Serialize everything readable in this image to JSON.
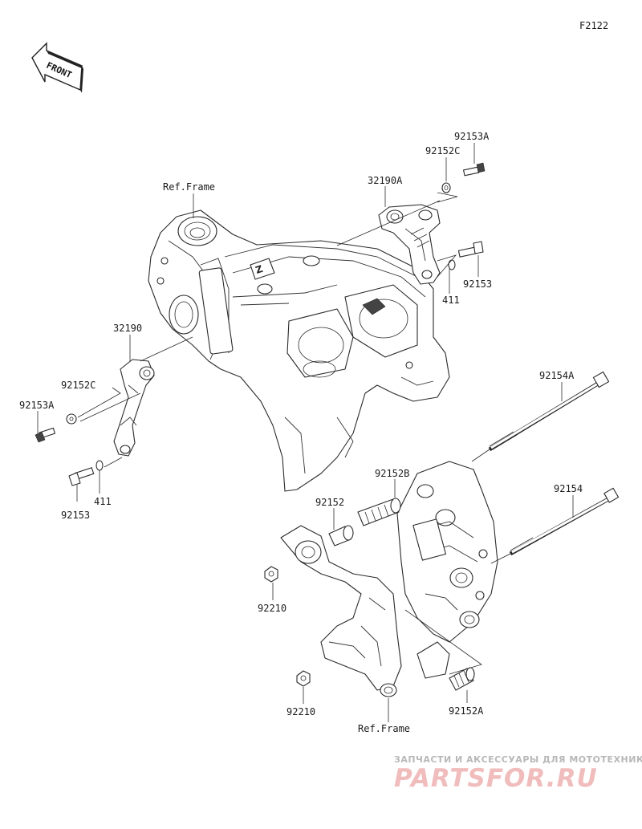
{
  "diagram_code": "F2122",
  "front_arrow_label": "FRONT",
  "labels": {
    "ref_frame_top": "Ref.Frame",
    "ref_frame_bottom": "Ref.Frame",
    "p32190A": "32190A",
    "p92153A_top": "92153A",
    "p92152C_top": "92152C",
    "p92153_top": "92153",
    "p411_top": "411",
    "p32190": "32190",
    "p92152C_left": "92152C",
    "p92153A_left": "92153A",
    "p92153_left": "92153",
    "p411_left": "411",
    "p92154A": "92154A",
    "p92154": "92154",
    "p92152B": "92152B",
    "p92152": "92152",
    "p92210_upper": "92210",
    "p92210_lower": "92210",
    "p92152A": "92152A"
  },
  "watermark": {
    "tagline": "ЗАПЧАСТИ И АКСЕССУАРЫ ДЛЯ МОТОТЕХНИКИ",
    "brand": "PARTSFOR.RU"
  }
}
